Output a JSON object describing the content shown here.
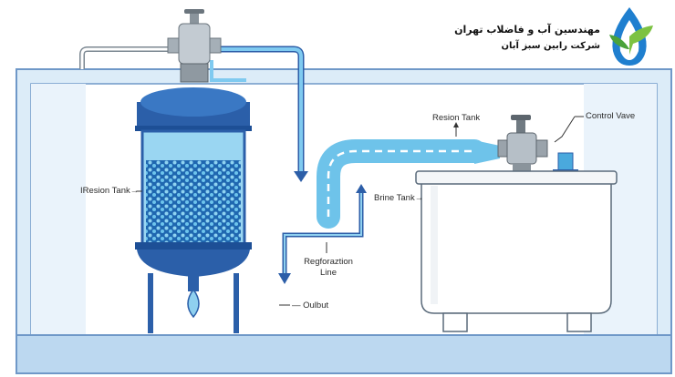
{
  "logo": {
    "line1": "مهندسین آب و فاضلاب تهران",
    "line2": "شرکت رابین سبز آبان"
  },
  "labels": {
    "resin_tank_left": "IResion Tank",
    "resin_tank_top": "Resion Tank",
    "control_valve": "Control Vave",
    "brine_tank": "Brine Tank",
    "regeneration_line_1": "Regforaztion",
    "regeneration_line_2": "Line",
    "output": "Oulbut"
  },
  "colors": {
    "frame": "#6f98c8",
    "frame_fill": "#dcecf8",
    "tank_blue": "#2c5ea8",
    "water": "#8fd0ef",
    "pipe": "#6ec3ea",
    "valve": "#9aa3ab"
  }
}
